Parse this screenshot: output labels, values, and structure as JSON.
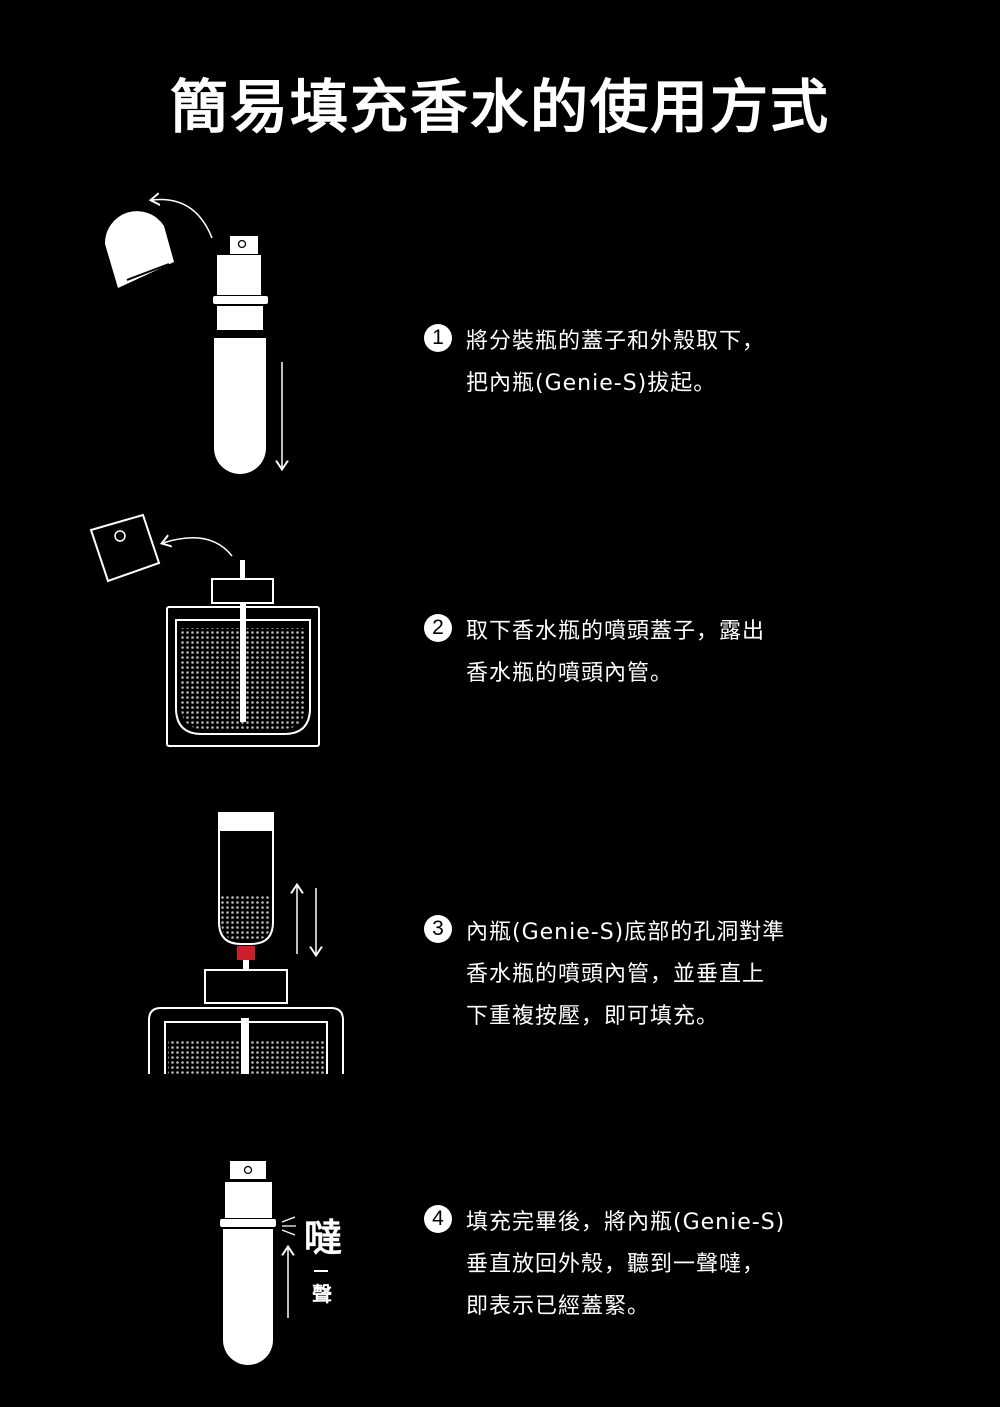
{
  "title": "簡易填充香水的使用方式",
  "steps": [
    {
      "number": "1",
      "lines": [
        "將分裝瓶的蓋子和外殼取下，",
        "把內瓶(Genie-S)拔起。"
      ]
    },
    {
      "number": "2",
      "lines": [
        "取下香水瓶的噴頭蓋子，露出",
        "香水瓶的噴頭內管。"
      ]
    },
    {
      "number": "3",
      "lines": [
        "內瓶(Genie-S)底部的孔洞對準",
        "香水瓶的噴頭內管，並垂直上",
        "下重複按壓，即可填充。"
      ]
    },
    {
      "number": "4",
      "lines": [
        "填充完畢後，將內瓶(Genie-S)",
        "垂直放回外殼，聽到一聲噠，",
        "即表示已經蓋緊。"
      ]
    }
  ],
  "sound": {
    "big": "噠",
    "small": "聲"
  },
  "colors": {
    "background": "#000000",
    "foreground": "#ffffff",
    "valve": "#cc1f2b"
  }
}
